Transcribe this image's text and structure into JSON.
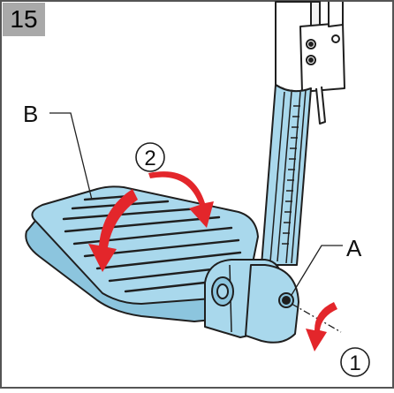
{
  "step_number": "15",
  "labels": {
    "part_a": "A",
    "part_b": "B",
    "step_1": "1",
    "step_2": "2"
  },
  "colors": {
    "footplate_fill": "#a9d8ec",
    "outline": "#1f1f1f",
    "arrow_red": "#e3262b",
    "badge_gray": "#a9a9a9"
  }
}
